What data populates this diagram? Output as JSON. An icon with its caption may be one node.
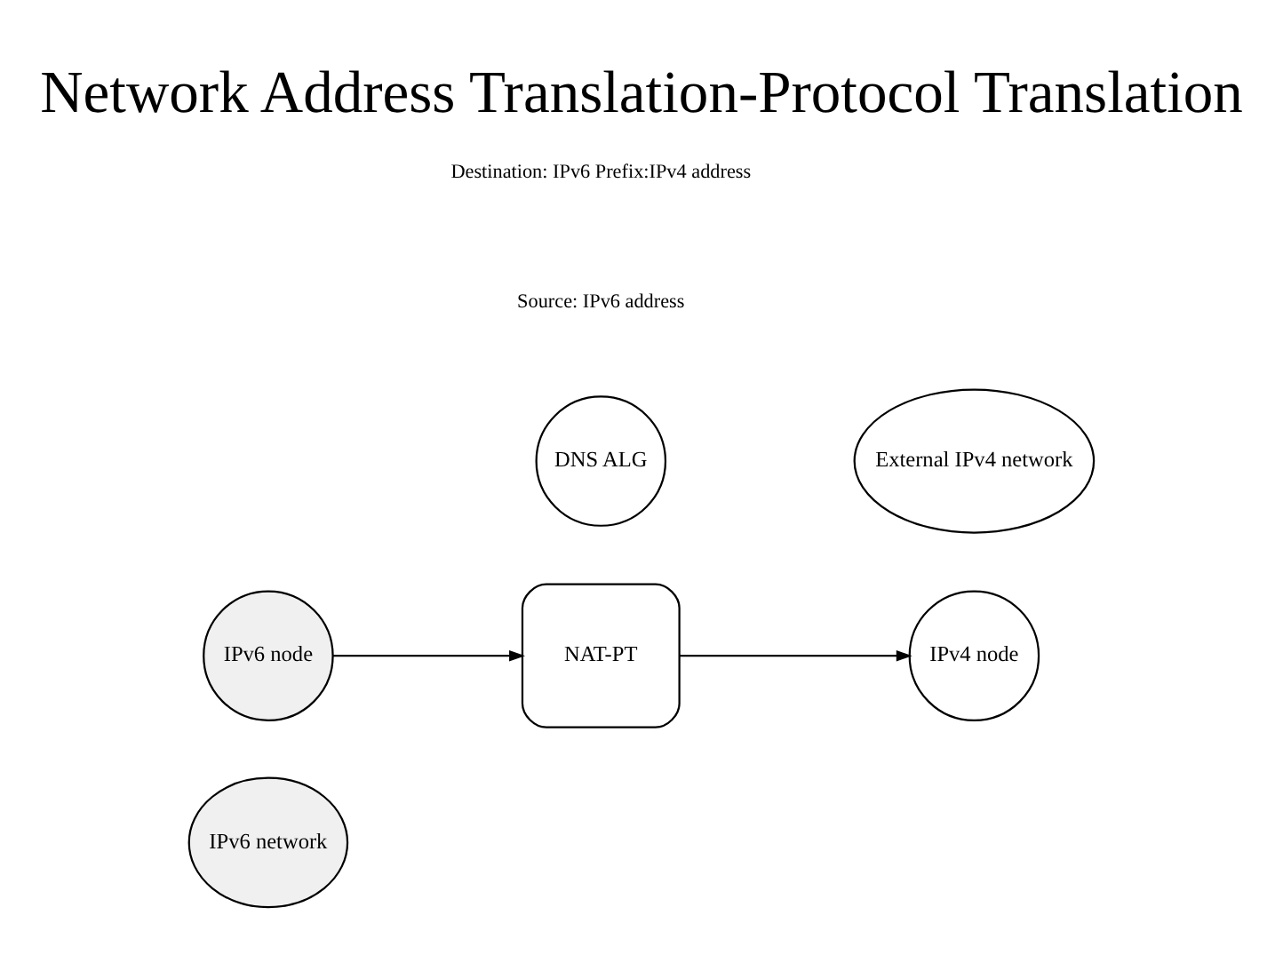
{
  "diagram": {
    "title": "Network Address Translation-Protocol Translation",
    "nodes": [
      {
        "text": [
          "IPv6 network"
        ]
      },
      {
        "text": [
          "IPv6 node"
        ]
      },
      {
        "text": [
          "DNS ALG"
        ]
      },
      {
        "text": [
          "NAT-PT"
        ]
      },
      {
        "text": [
          "IPv4 node"
        ]
      },
      {
        "text": [
          "External IPv4 network"
        ]
      }
    ],
    "edges": [
      {
        "from": 1,
        "to": 3,
        "arrow": "to"
      },
      {
        "from": 3,
        "to": 4,
        "arrow": "to"
      }
    ],
    "labels": [
      "Source: IPv6 address",
      "Destination: IPv6 Prefix:IPv4 address"
    ]
  }
}
